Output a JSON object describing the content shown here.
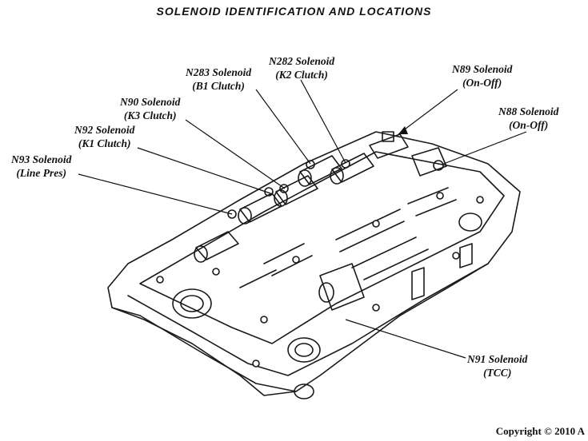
{
  "title": "SOLENOID IDENTIFICATION AND LOCATIONS",
  "labels": {
    "n283": {
      "name": "N283 Solenoid",
      "desc": "(B1 Clutch)"
    },
    "n282": {
      "name": "N282 Solenoid",
      "desc": "(K2 Clutch)"
    },
    "n89": {
      "name": "N89 Solenoid",
      "desc": "(On-Off)"
    },
    "n88": {
      "name": "N88 Solenoid",
      "desc": "(On-Off)"
    },
    "n90": {
      "name": "N90 Solenoid",
      "desc": "(K3 Clutch)"
    },
    "n92": {
      "name": "N92 Solenoid",
      "desc": "(K1 Clutch)"
    },
    "n93": {
      "name": "N93 Solenoid",
      "desc": "(Line Pres)"
    },
    "n91": {
      "name": "N91 Solenoid",
      "desc": "(TCC)"
    }
  },
  "copyright": "Copyright © 2010 A"
}
